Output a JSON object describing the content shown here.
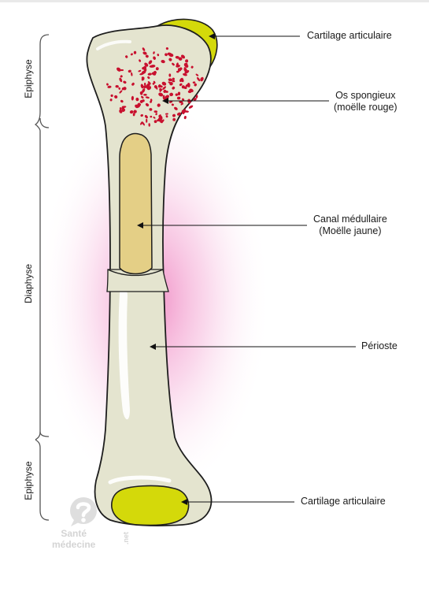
{
  "labels": {
    "top_cartilage": "Cartilage articulaire",
    "spongy_line1": "Os spongieux",
    "spongy_line2": "(moëlle rouge)",
    "canal_line1": "Canal médullaire",
    "canal_line2": "(Moëlle jaune)",
    "periosteum": "Périoste",
    "bottom_cartilage": "Cartilage articulaire"
  },
  "regions": {
    "top_epiphysis": "Epiphyse",
    "diaphysis": "Diaphyse",
    "bottom_epiphysis": "Epiphyse"
  },
  "watermark": {
    "line1": "Santé",
    "line2": "médecine",
    "suffix": ".net"
  },
  "colors": {
    "bone": "#e4e4cf",
    "bone_outline": "#1e1e1e",
    "cartilage": "#d4d90a",
    "red_marrow": "#c8102e",
    "yellow_marrow": "#e4cf86",
    "glow": "#f08cc4"
  }
}
